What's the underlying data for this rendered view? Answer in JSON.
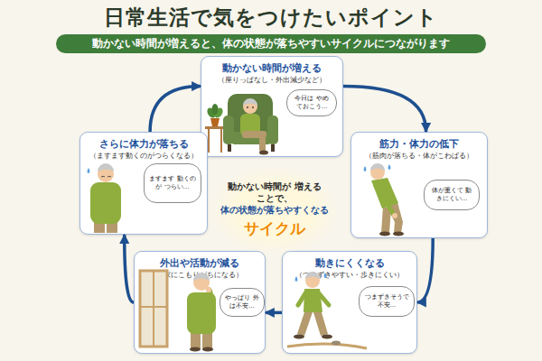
{
  "diagram": {
    "title": "日常生活で気をつけたいポイント",
    "nodes": [
      {
        "text": [
          "動かない時間が増えると、体の状態が落ちやすいサイクルにつながります"
        ]
      },
      {
        "text": [
          "動かない時間が増える",
          "（座りっぱなし・外出減少など）"
        ]
      },
      {
        "text": [
          "今日は やめておこう…"
        ],
        "in": 1
      },
      {
        "text": [
          "筋力・体力の低下",
          "（筋肉が落ちる・体がこわばる）"
        ]
      },
      {
        "text": [
          "体が重くて 動きにくい…"
        ],
        "in": 3
      },
      {
        "text": [
          "動きにくくなる",
          "（つまずきやすい・歩きにくい）"
        ]
      },
      {
        "text": [
          "つまずきそうで 不安…"
        ],
        "in": 5
      },
      {
        "text": [
          "外出や活動が減る",
          "（家にこもりがちになる）"
        ]
      },
      {
        "text": [
          "やっぱり 外は不安…"
        ],
        "in": 7
      },
      {
        "text": [
          "さらに体力が落ちる",
          "（ますます動くのがつらくなる）"
        ]
      },
      {
        "text": [
          "ますます 動くのが つらい…"
        ],
        "in": 9
      },
      {
        "text": [
          "動かない時間が 増えることで、",
          "体の状態が落ちやすくなる",
          "サイクル"
        ]
      }
    ],
    "edges": [
      {
        "from": 1,
        "to": 3,
        "arrow": "to"
      },
      {
        "from": 3,
        "to": 5,
        "arrow": "to"
      },
      {
        "from": 5,
        "to": 7,
        "arrow": "to"
      },
      {
        "from": 7,
        "to": 9,
        "arrow": "to"
      },
      {
        "from": 9,
        "to": 1,
        "arrow": "to"
      }
    ]
  }
}
